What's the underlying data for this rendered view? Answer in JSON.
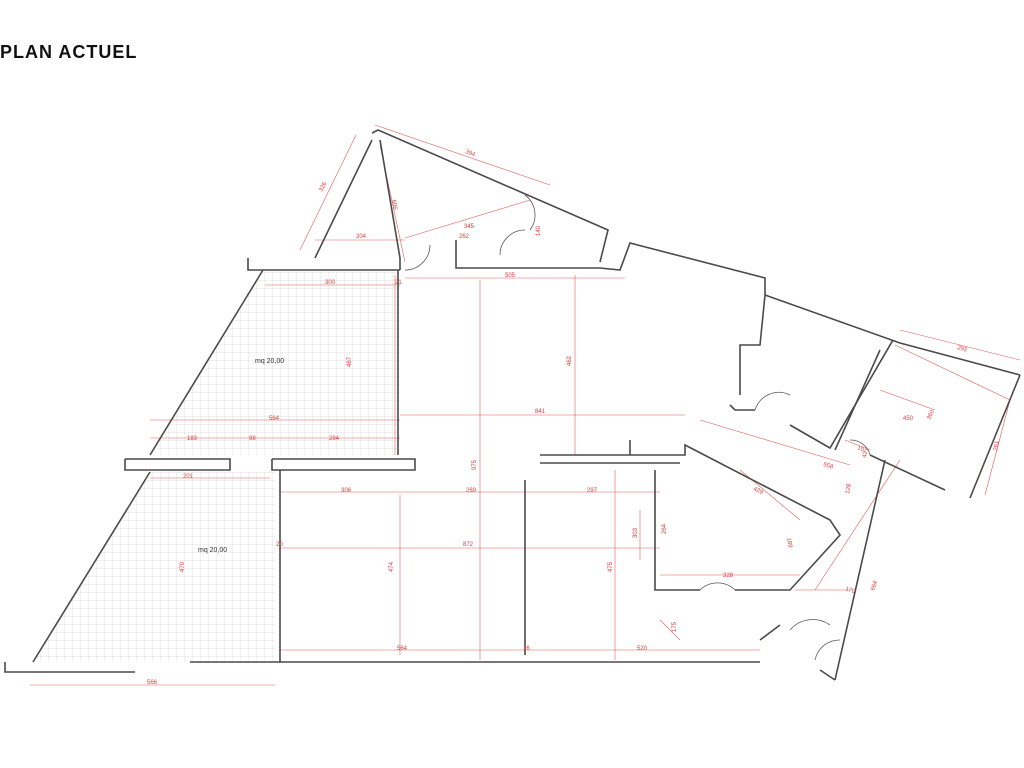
{
  "title": "PLAN  ACTUEL",
  "areas": [
    "mq 20,00",
    "mq 20,00"
  ],
  "dimensions": [
    "394",
    "326",
    "606",
    "345",
    "140",
    "204",
    "262",
    "505",
    "300",
    "21",
    "467",
    "462",
    "841",
    "564",
    "183",
    "98",
    "284",
    "201",
    "306",
    "269",
    "297",
    "975",
    "872",
    "20",
    "470",
    "474",
    "475",
    "303",
    "264",
    "429",
    "189",
    "328",
    "175",
    "564",
    "16",
    "520",
    "566",
    "292",
    "360",
    "450",
    "107",
    "558",
    "128",
    "42",
    "261",
    "170",
    "664"
  ],
  "colors": {
    "walls": "#4a4a4a",
    "dimensions": "#e25b5b",
    "dimension_text": "#e03a3a",
    "hatch": "#bdbdbd"
  }
}
